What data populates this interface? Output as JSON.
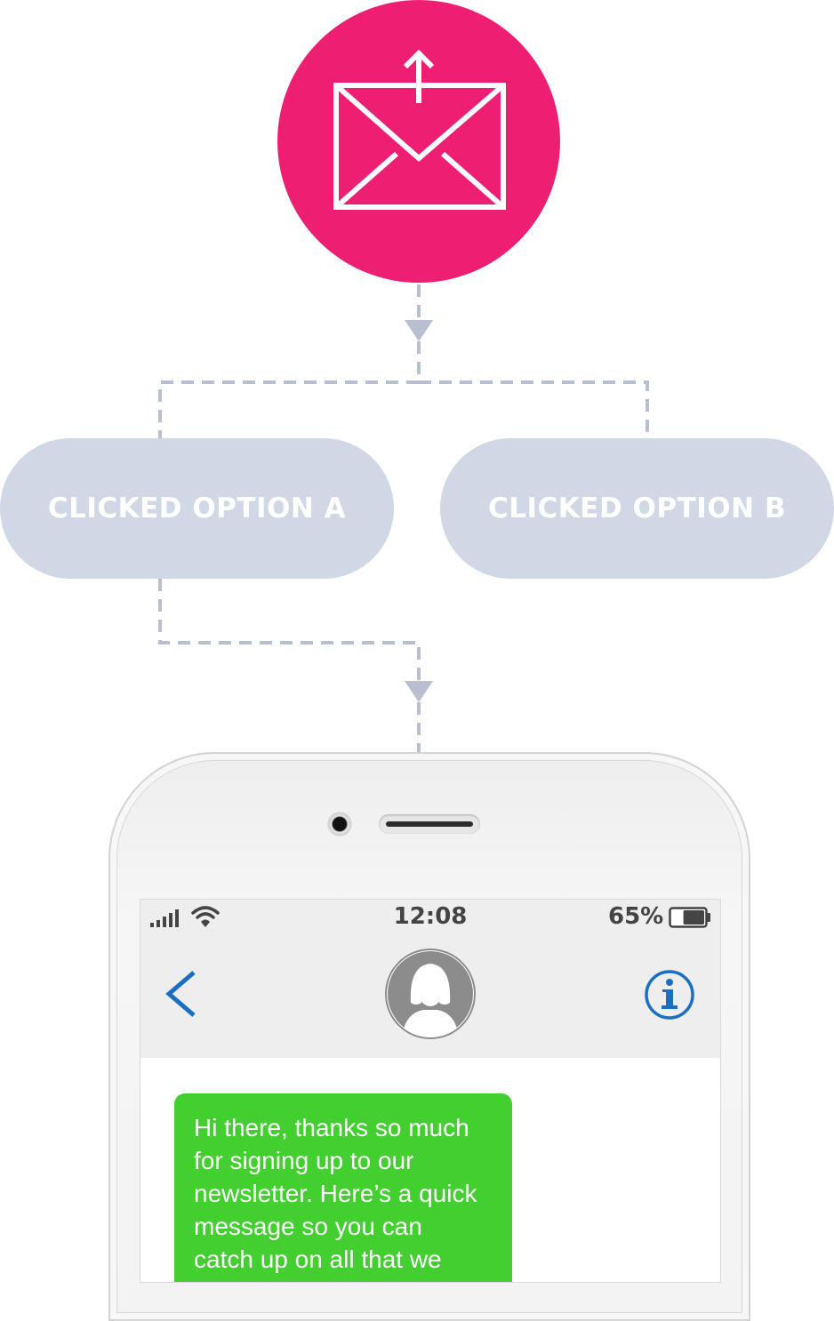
{
  "colors": {
    "email_circle": "#ee1e73",
    "connector": "#b7bfd1",
    "pill_fill": "#d0d7e5",
    "pill_text": "#ffffff",
    "message_bubble": "#42cf2f",
    "ios_blue": "#1a6fc2"
  },
  "email_node": {
    "icon": "email-send-icon"
  },
  "options": [
    {
      "label": "CLICKED OPTION A"
    },
    {
      "label": "CLICKED OPTION B"
    }
  ],
  "phone": {
    "status_bar": {
      "time": "12:08",
      "battery": "65%",
      "battery_level": 0.65
    },
    "header_icons": [
      "back-chevron-icon",
      "contact-avatar-icon",
      "info-icon"
    ],
    "message": {
      "lines": [
        "Hi there, thanks so much",
        "for signing up to our",
        "newsletter. Here’s a quick",
        "message so you can",
        "catch up on all that we"
      ]
    }
  }
}
